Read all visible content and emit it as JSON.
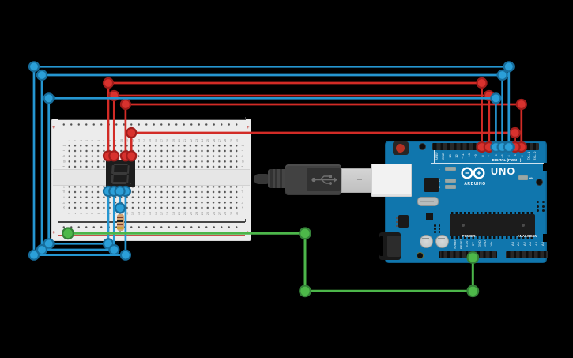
{
  "canvas": {
    "background": "#000000"
  },
  "breadboard": {
    "row_letters_top": [
      "j",
      "i",
      "h",
      "g",
      "f"
    ],
    "row_letters_bottom": [
      "e",
      "d",
      "c",
      "b",
      "a"
    ],
    "column_numbers": [
      1,
      2,
      3,
      4,
      5,
      6,
      7,
      8,
      9,
      10,
      11,
      12,
      13,
      14,
      15,
      16,
      17,
      18,
      19,
      20,
      21,
      22,
      23,
      24,
      25,
      26,
      27,
      28,
      29,
      30
    ],
    "plus_symbol": "+",
    "rail_red": "#c6504b",
    "rail_dark": "#454545"
  },
  "display": {
    "part": "seven-segment-display",
    "digit": "8",
    "body_color": "#1d1d1d",
    "segment_color": "#3a3a3a"
  },
  "resistor": {
    "part": "resistor",
    "body_color": "#d0a171",
    "band_colors": [
      "#7d3b2c",
      "#1d1d1d",
      "#7d3b2c",
      "#caa13a"
    ]
  },
  "usb_cable": {
    "part": "usb-cable"
  },
  "arduino": {
    "brand": "ARDUINO",
    "model": "UNO",
    "digital_label": "DIGITAL (PWM ~)",
    "power_label": "POWER",
    "analog_label": "ANALOG IN",
    "on_label": "ON",
    "led_labels": [
      "L",
      "TX",
      "RX"
    ],
    "digital_pins": [
      "AREF",
      "GND",
      "13",
      "12",
      "~11",
      "~10",
      "~9",
      "8",
      "7",
      "~6",
      "~5",
      "4",
      "~3",
      "2",
      "TX→1",
      "RX←0"
    ],
    "power_pins": [
      "IOREF",
      "RESET",
      "3.3V",
      "5V",
      "GND",
      "GND",
      "Vin"
    ],
    "analog_pins": [
      "A0",
      "A1",
      "A2",
      "A3",
      "A4",
      "A5"
    ],
    "board_color": "#1076ad"
  },
  "colors": {
    "red": {
      "stroke": "#d22b26",
      "dot": "#d8322e",
      "ring": "#a21d1b"
    },
    "blue": {
      "stroke": "#2596d1",
      "dot": "#2b9fd8",
      "ring": "#176d9c"
    },
    "green": {
      "stroke": "#4cb64a",
      "dot": "#4db849",
      "ring": "#348138"
    }
  },
  "wires": [
    {
      "id": "segment-g",
      "color": "red",
      "from": "display-pin-g",
      "to": "arduino-pin-8",
      "points": [
        [
          137,
          197.3
        ],
        [
          137,
          105
        ],
        [
          609.6,
          105
        ],
        [
          609.6,
          186
        ]
      ]
    },
    {
      "id": "segment-f",
      "color": "red",
      "from": "display-pin-f",
      "to": "arduino-pin-7",
      "points": [
        [
          144.3,
          197.3
        ],
        [
          144.3,
          121
        ],
        [
          618.8,
          121
        ],
        [
          618.8,
          186
        ]
      ]
    },
    {
      "id": "segment-a",
      "color": "red",
      "from": "display-pin-a",
      "to": "arduino-pin-2",
      "points": [
        [
          158.9,
          197.3
        ],
        [
          158.9,
          132
        ],
        [
          659.8,
          132
        ],
        [
          659.8,
          186
        ]
      ]
    },
    {
      "id": "segment-b",
      "color": "red",
      "from": "display-pin-b",
      "to": "arduino-pin-3",
      "points": [
        [
          166.2,
          197.3
        ],
        [
          166.2,
          168
        ],
        [
          651.6,
          168
        ],
        [
          651.6,
          186
        ]
      ]
    },
    {
      "id": "segment-e",
      "color": "blue",
      "from": "display-pin-e",
      "to": "arduino-pin-6",
      "points": [
        [
          137,
          242
        ],
        [
          137,
          308.3
        ],
        [
          61.7,
          308.3
        ],
        [
          61.7,
          124.3
        ],
        [
          627.4,
          124.3
        ],
        [
          627.4,
          186
        ]
      ]
    },
    {
      "id": "segment-d",
      "color": "blue",
      "from": "display-pin-d",
      "to": "arduino-pin-5",
      "points": [
        [
          144.3,
          242
        ],
        [
          144.3,
          316
        ],
        [
          53,
          316
        ],
        [
          53,
          95
        ],
        [
          635.6,
          95
        ],
        [
          635.6,
          186
        ]
      ]
    },
    {
      "id": "segment-c",
      "color": "blue",
      "from": "display-pin-c",
      "to": "arduino-pin-4",
      "points": [
        [
          158.9,
          242
        ],
        [
          158.9,
          322.7
        ],
        [
          43,
          322.7
        ],
        [
          43,
          84.3
        ],
        [
          643.8,
          84.3
        ],
        [
          643.8,
          186
        ]
      ]
    },
    {
      "id": "common",
      "color": "blue",
      "from": "display-common",
      "to": "resistor-top",
      "points": [
        [
          151.6,
          242
        ],
        [
          151.9,
          263.3
        ]
      ]
    },
    {
      "id": "power",
      "color": "green",
      "from": "breadboard-bottom-rail",
      "to": "arduino-5v",
      "points": [
        [
          86,
          295.3
        ],
        [
          386,
          295.3
        ],
        [
          386,
          368.3
        ],
        [
          598.3,
          368.3
        ],
        [
          598.3,
          326
        ]
      ]
    }
  ]
}
